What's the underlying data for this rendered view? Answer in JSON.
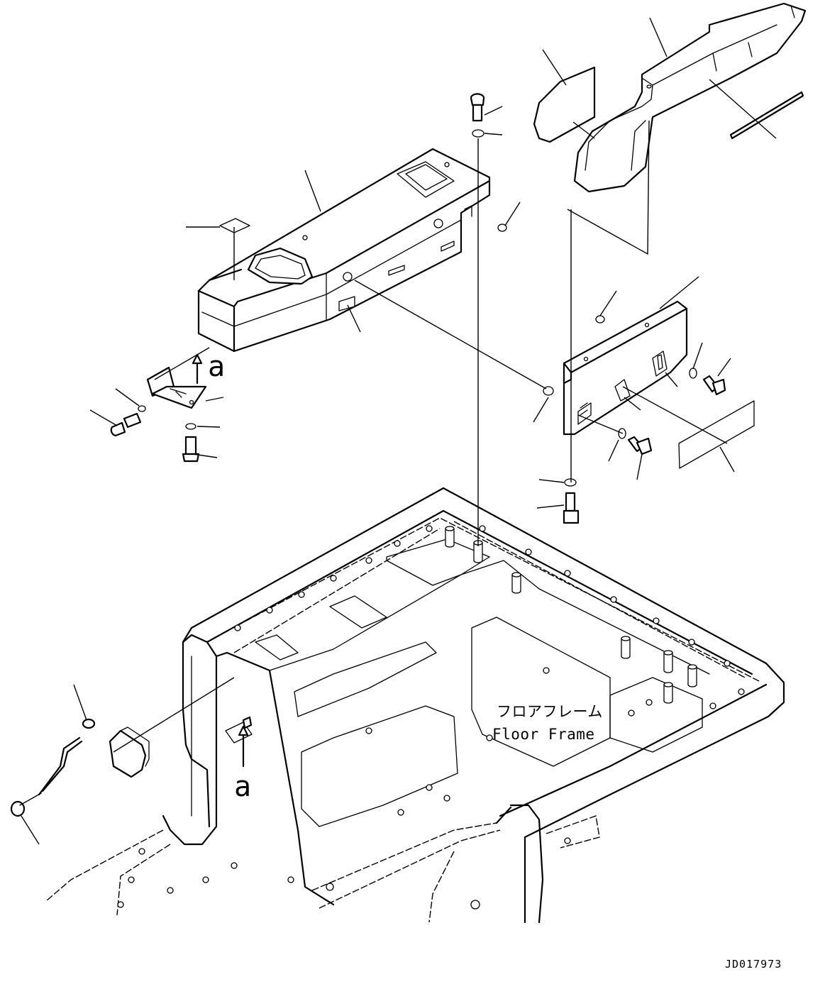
{
  "labels": {
    "floor_frame_jp": "フロアフレーム",
    "floor_frame_en": "Floor Frame",
    "view_marker_upper": "a",
    "view_marker_lower": "a",
    "drawing_number": "JD017973"
  }
}
